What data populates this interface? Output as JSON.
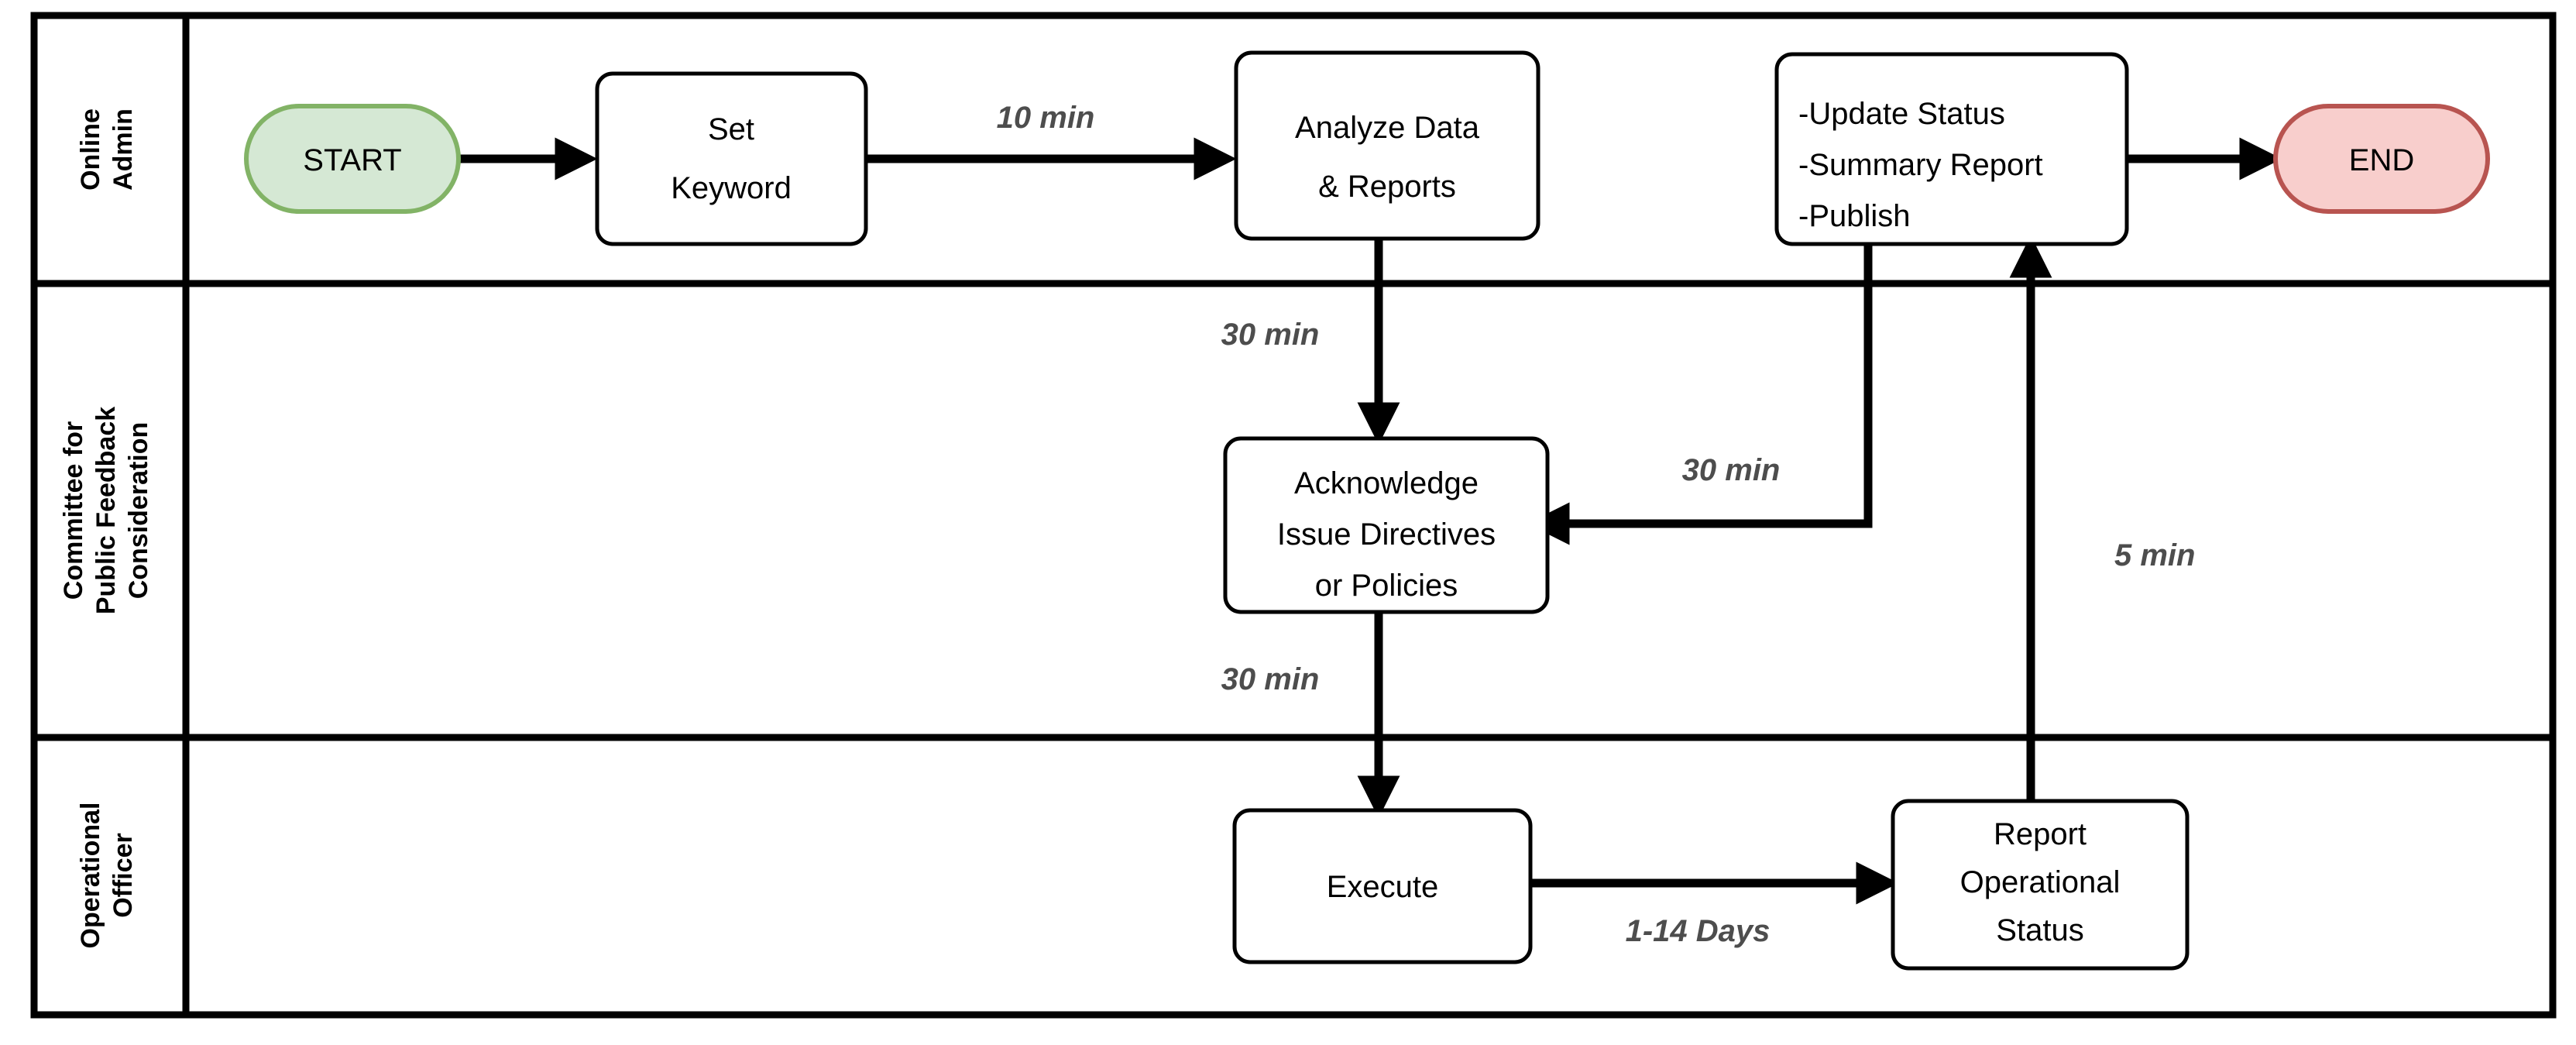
{
  "diagram": {
    "type": "swimlane-flowchart",
    "title": "Online Administration Process Swimlane Diagram",
    "background_color": "#ffffff",
    "line_color": "#000000",
    "edge_label_color": "#4d4d4d"
  },
  "lanes": [
    {
      "id": "lane-online-admin",
      "label_lines": [
        "Online",
        "Admin"
      ],
      "label_full": "Online Admin"
    },
    {
      "id": "lane-committee",
      "label_lines": [
        "Committee for",
        "Public Feedback",
        "Consideration"
      ],
      "label_full": "Committee for Public Feedback Consideration"
    },
    {
      "id": "lane-operational-officer",
      "label_lines": [
        "Operational",
        "Officer"
      ],
      "label_full": "Operational Officer"
    }
  ],
  "nodes": [
    {
      "id": "start",
      "shape": "rounded-terminator",
      "lane": "lane-online-admin",
      "lines": [
        "START"
      ],
      "fill": "#d5e8d4",
      "stroke": "#82b366"
    },
    {
      "id": "set-keyword",
      "shape": "rounded-rect",
      "lane": "lane-online-admin",
      "lines": [
        "Set",
        "Keyword"
      ],
      "fill": "#ffffff",
      "stroke": "#000000"
    },
    {
      "id": "analyze-data",
      "shape": "rounded-rect",
      "lane": "lane-online-admin",
      "lines": [
        "Analyze Data",
        "& Reports"
      ],
      "fill": "#ffffff",
      "stroke": "#000000"
    },
    {
      "id": "update-status",
      "shape": "rounded-rect",
      "lane": "lane-online-admin",
      "align": "left",
      "lines": [
        "-Update Status",
        "-Summary Report",
        "-Publish"
      ],
      "fill": "#ffffff",
      "stroke": "#000000"
    },
    {
      "id": "end",
      "shape": "rounded-terminator",
      "lane": "lane-online-admin",
      "lines": [
        "END"
      ],
      "fill": "#f8cecc",
      "stroke": "#b85450"
    },
    {
      "id": "acknowledge",
      "shape": "rounded-rect",
      "lane": "lane-committee",
      "lines": [
        "Acknowledge",
        "Issue Directives",
        "or Policies"
      ],
      "fill": "#ffffff",
      "stroke": "#000000"
    },
    {
      "id": "execute",
      "shape": "rounded-rect",
      "lane": "lane-operational-officer",
      "lines": [
        "Execute"
      ],
      "fill": "#ffffff",
      "stroke": "#000000"
    },
    {
      "id": "report-operational-status",
      "shape": "rounded-rect",
      "lane": "lane-operational-officer",
      "lines": [
        "Report",
        "Operational",
        "Status"
      ],
      "fill": "#ffffff",
      "stroke": "#000000"
    }
  ],
  "edges": [
    {
      "id": "e-start-setkeyword",
      "from": "start",
      "to": "set-keyword",
      "label": ""
    },
    {
      "id": "e-setkeyword-analyze",
      "from": "set-keyword",
      "to": "analyze-data",
      "label": "10 min"
    },
    {
      "id": "e-analyze-acknowledge",
      "from": "analyze-data",
      "to": "acknowledge",
      "label": "30 min"
    },
    {
      "id": "e-acknowledge-execute",
      "from": "acknowledge",
      "to": "execute",
      "label": "30 min"
    },
    {
      "id": "e-execute-report",
      "from": "execute",
      "to": "report-operational-status",
      "label": "1-14 Days"
    },
    {
      "id": "e-report-update",
      "from": "report-operational-status",
      "to": "update-status",
      "label": "5 min"
    },
    {
      "id": "e-update-acknowledge",
      "from": "update-status",
      "to": "acknowledge",
      "label": "30 min"
    },
    {
      "id": "e-update-end",
      "from": "update-status",
      "to": "end",
      "label": ""
    }
  ],
  "labels": {
    "lane_1_line_1": "Online",
    "lane_1_line_2": "Admin",
    "lane_2_line_1": "Committee for",
    "lane_2_line_2": "Public Feedback",
    "lane_2_line_3": "Consideration",
    "lane_3_line_1": "Operational",
    "lane_3_line_2": "Officer",
    "start": "START",
    "set_keyword_1": "Set",
    "set_keyword_2": "Keyword",
    "analyze_1": "Analyze Data",
    "analyze_2": "& Reports",
    "update_1": "-Update Status",
    "update_2": "-Summary Report",
    "update_3": "-Publish",
    "end": "END",
    "ack_1": "Acknowledge",
    "ack_2": "Issue Directives",
    "ack_3": "or Policies",
    "execute": "Execute",
    "report_1": "Report",
    "report_2": "Operational",
    "report_3": "Status",
    "edge_10min": "10 min",
    "edge_30min_a": "30 min",
    "edge_30min_b": "30 min",
    "edge_30min_c": "30 min",
    "edge_1_14days": "1-14 Days",
    "edge_5min": "5 min"
  }
}
